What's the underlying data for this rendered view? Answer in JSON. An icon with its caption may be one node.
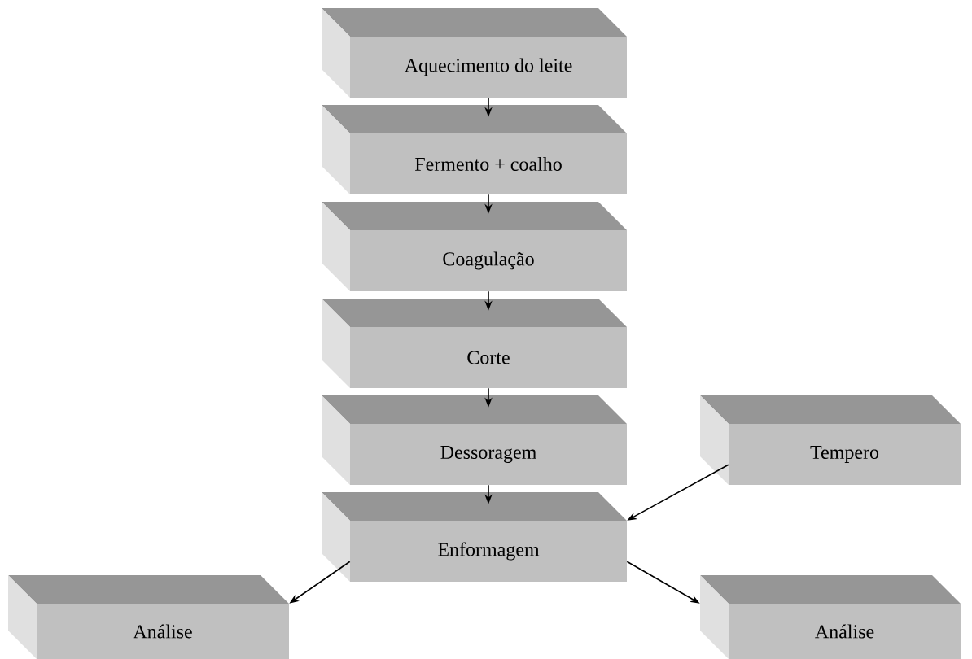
{
  "diagram": {
    "nodes": [
      {
        "text": [
          "Aquecimento do leite"
        ]
      },
      {
        "text": [
          "Fermento + coalho"
        ]
      },
      {
        "text": [
          "Coagulação"
        ]
      },
      {
        "text": [
          "Corte"
        ]
      },
      {
        "text": [
          "Dessoragem"
        ]
      },
      {
        "text": [
          "Tempero"
        ]
      },
      {
        "text": [
          "Enformagem"
        ]
      },
      {
        "text": [
          "Análise"
        ]
      },
      {
        "text": [
          "Análise"
        ]
      }
    ],
    "edges": [
      {
        "from": 0,
        "to": 1,
        "arrow": "to"
      },
      {
        "from": 1,
        "to": 2,
        "arrow": "to"
      },
      {
        "from": 2,
        "to": 3,
        "arrow": "to"
      },
      {
        "from": 3,
        "to": 4,
        "arrow": "to"
      },
      {
        "from": 4,
        "to": 6,
        "arrow": "to"
      },
      {
        "from": 5,
        "to": 6,
        "arrow": "to"
      },
      {
        "from": 6,
        "to": 7,
        "arrow": "to"
      },
      {
        "from": 6,
        "to": 8,
        "arrow": "to"
      }
    ]
  }
}
